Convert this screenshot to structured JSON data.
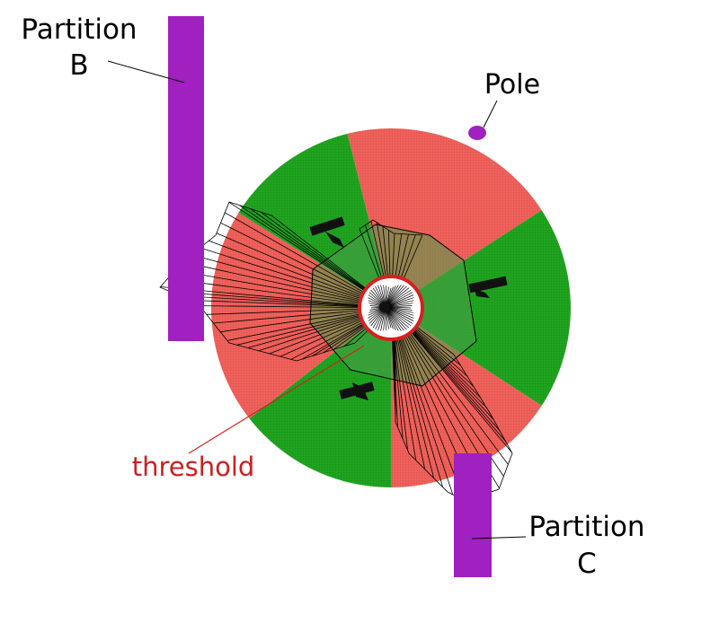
{
  "labels": {
    "partition_b_line1": "Partition",
    "partition_b_line2": "B",
    "pole": "Pole",
    "partition_c_line1": "Partition",
    "partition_c_line2": "C",
    "threshold": "threshold"
  },
  "colors": {
    "red_sector": "#f0605a",
    "green_sector": "#1fa31f",
    "partition": "#a020c0",
    "threshold": "#d82020",
    "threshold_label": "#cc2020",
    "hexagon": "#4aa04a",
    "robot": "#111111",
    "outline": "#000000",
    "background": "#ffffff"
  }
}
